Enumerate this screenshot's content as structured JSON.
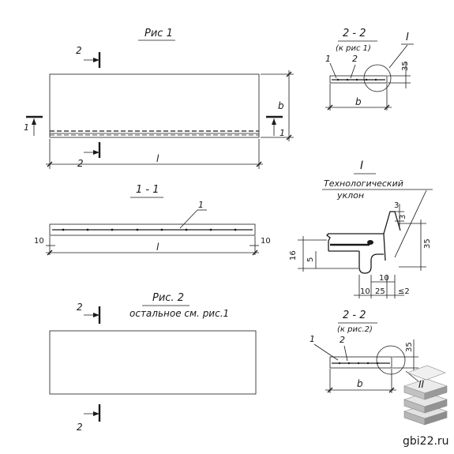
{
  "labels": {
    "fig1_title": "Рис 1",
    "fig2_title": "Рис. 2",
    "fig2_note": "остальное см. рис.1",
    "sec11_title": "1 - 1",
    "sec22a_title": "2 - 2",
    "sec22a_ref": "(к рис 1)",
    "sec22b_title": "2 - 2",
    "sec22b_ref": "(к рис.2)",
    "detailI_title": "I",
    "tech_slope_1": "Технологический",
    "tech_slope_2": "уклон",
    "watermark": "gbi22.ru"
  },
  "marks": {
    "one": "1",
    "two": "2",
    "l": "l",
    "b": "b",
    "I": "I",
    "II": "II"
  },
  "dims": {
    "d10": "10",
    "d35": "35",
    "d16": "16",
    "d5": "5",
    "d3": "3",
    "d25": "25",
    "d2": "≤2"
  },
  "colors": {
    "ink": "#1a1a1a",
    "background": "#ffffff"
  }
}
